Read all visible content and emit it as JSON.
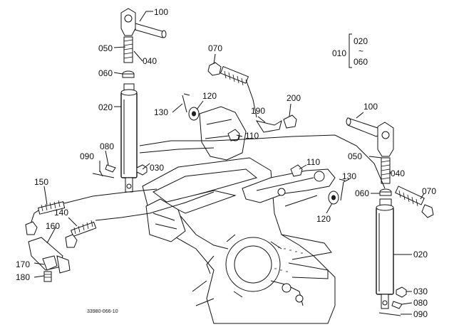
{
  "legend": {
    "parent": "010",
    "children": [
      "020",
      "060"
    ],
    "tilde": "~"
  },
  "labels": {
    "p100_top": "100",
    "p050_left": "050",
    "p040_left": "040",
    "p060_left": "060",
    "p020_left": "020",
    "p070_top": "070",
    "p130_left": "130",
    "p120_left": "120",
    "p200": "200",
    "p190": "190",
    "p110_left": "110",
    "p080_left": "080",
    "p090_left": "090",
    "p030_left": "030",
    "p150": "150",
    "p140": "140",
    "p160": "160",
    "p170": "170",
    "p180": "180",
    "p100_right": "100",
    "p050_right": "050",
    "p040_right": "040",
    "p110_right": "110",
    "p130_right": "130",
    "p060_right": "060",
    "p070_right": "070",
    "p120_right": "120",
    "p020_right": "020",
    "p030_right": "030",
    "p080_right": "080",
    "p090_right": "090"
  },
  "drawing_number": "33980-066-10"
}
